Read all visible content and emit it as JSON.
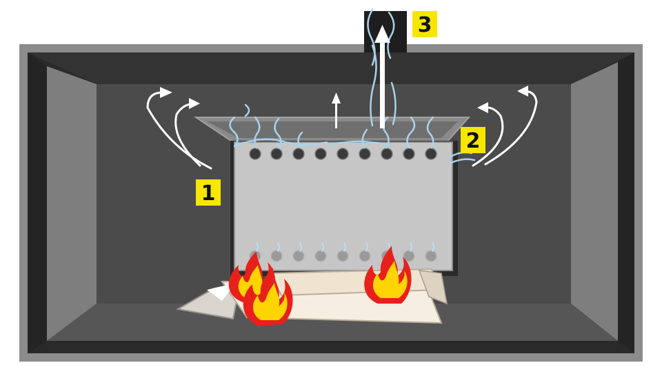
{
  "labels": {
    "callout_1": "1",
    "callout_2": "2",
    "callout_3": "3"
  },
  "icons": [
    "flame-icon",
    "flame-icon",
    "flame-icon",
    "updraft-arrow-icon",
    "smoke-wisp-icon"
  ],
  "colors": {
    "frame_outer": "#8c8c8c",
    "wall_dark": "#2b2b2b",
    "side_wall": "#7d7d7d",
    "back_wall": "#4a4a4a",
    "floor": "#505050",
    "baffle_plate": "#c4c4c4",
    "callout_yellow": "#f7e600",
    "flame_red": "#e8201c",
    "flame_yellow": "#ffd400",
    "smoke_blue": "#a9d3ec",
    "log_cream": "#f6eee0"
  }
}
